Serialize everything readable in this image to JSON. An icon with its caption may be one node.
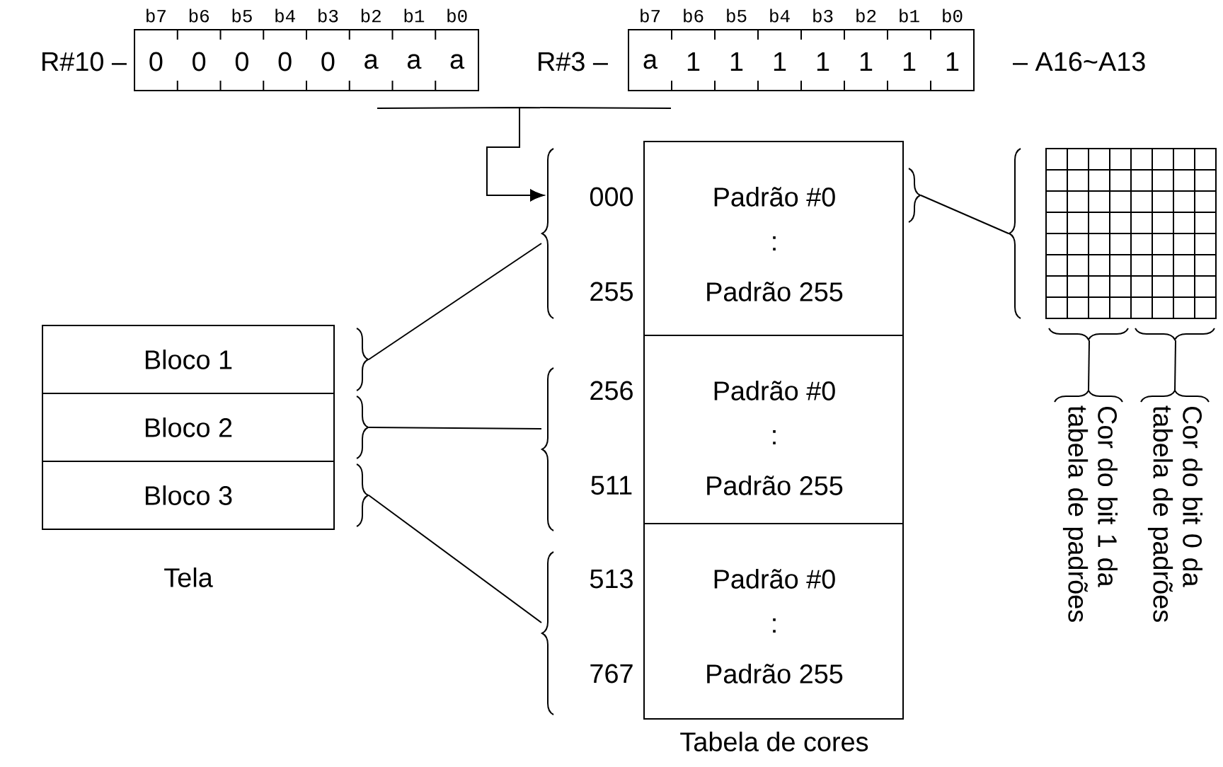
{
  "diagram": {
    "nodes": [
      {
        "text": [
          "0",
          "0",
          "0",
          "0",
          "0",
          "a",
          "a",
          "a"
        ],
        "beside": [
          "R#10 –",
          "b7",
          "b6",
          "b5",
          "b4",
          "b3",
          "b2",
          "b1",
          "b0"
        ]
      },
      {
        "text": [
          "a",
          "1",
          "1",
          "1",
          "1",
          "1",
          "1",
          "1"
        ],
        "beside": [
          "R#3 –",
          "b7",
          "b6",
          "b5",
          "b4",
          "b3",
          "b2",
          "b1",
          "b0",
          "– A16~A13"
        ]
      },
      {
        "text": [
          "Padrão #0",
          ":",
          "Padrão 255"
        ],
        "beside": [
          "000",
          "255"
        ]
      },
      {
        "text": [
          "Padrão #0",
          ":",
          "Padrão 255"
        ],
        "beside": [
          "256",
          "511"
        ]
      },
      {
        "text": [
          "Padrão #0",
          ":",
          "Padrão 255"
        ],
        "beside": [
          "513",
          "767"
        ]
      },
      {
        "text": [],
        "shape": "grid"
      },
      {
        "text": [
          "Bloco 1"
        ]
      },
      {
        "text": [
          "Bloco 2"
        ]
      },
      {
        "text": [
          "Bloco 3"
        ]
      },
      {
        "text": [
          "Cor do bit 1 da tabela de padrões"
        ]
      },
      {
        "text": [
          "Cor do bit 0 da tabela de padrões"
        ]
      }
    ],
    "edges": [
      {
        "from": 0,
        "to": 2,
        "arrow": "to"
      },
      {
        "from": 1,
        "to": 2,
        "arrow": "to"
      },
      {
        "from": 6,
        "to": 2,
        "arrow": "none"
      },
      {
        "from": 7,
        "to": 3,
        "arrow": "none"
      },
      {
        "from": 8,
        "to": 4,
        "arrow": "none"
      },
      {
        "from": 2,
        "to": 5,
        "arrow": "none"
      },
      {
        "from": 9,
        "to": 5,
        "arrow": "none"
      },
      {
        "from": 10,
        "to": 5,
        "arrow": "none"
      }
    ],
    "labels": [
      "Tela",
      "Tabela de cores"
    ]
  }
}
